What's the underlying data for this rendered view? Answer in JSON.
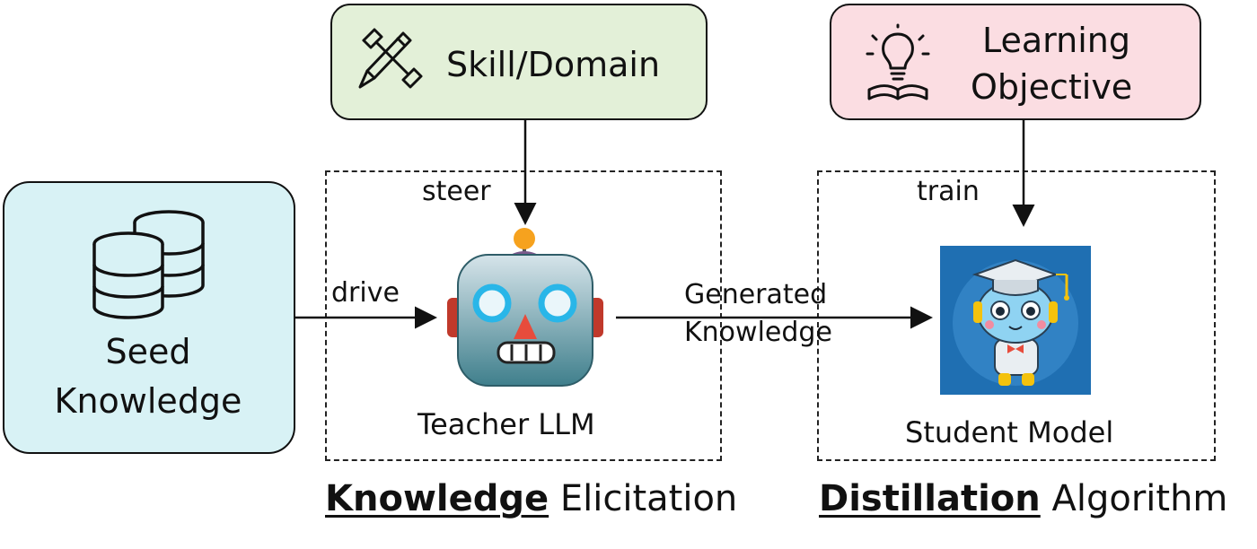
{
  "skill_box": {
    "label": "Skill/Domain",
    "icon": "tools-icon",
    "color": "#e3f0d8"
  },
  "objective_box": {
    "label_line1": "Learning",
    "label_line2": "Objective",
    "icon": "lightbulb-book-icon",
    "color": "#fbdde2"
  },
  "seed_box": {
    "label_line1": "Seed",
    "label_line2": "Knowledge",
    "icon": "database-icon",
    "color": "#d8f2f5"
  },
  "edges": {
    "steer": "steer",
    "train": "train",
    "drive": "drive",
    "generated_line1": "Generated",
    "generated_line2": "Knowledge"
  },
  "teacher": {
    "label": "Teacher LLM",
    "icon": "robot-icon"
  },
  "student": {
    "label": "Student Model",
    "icon": "graduate-robot-icon"
  },
  "captions": {
    "knowledge_bold": "Knowledge",
    "knowledge_rest": "Elicitation",
    "distillation_bold": "Distillation",
    "distillation_rest": "Algorithm"
  }
}
